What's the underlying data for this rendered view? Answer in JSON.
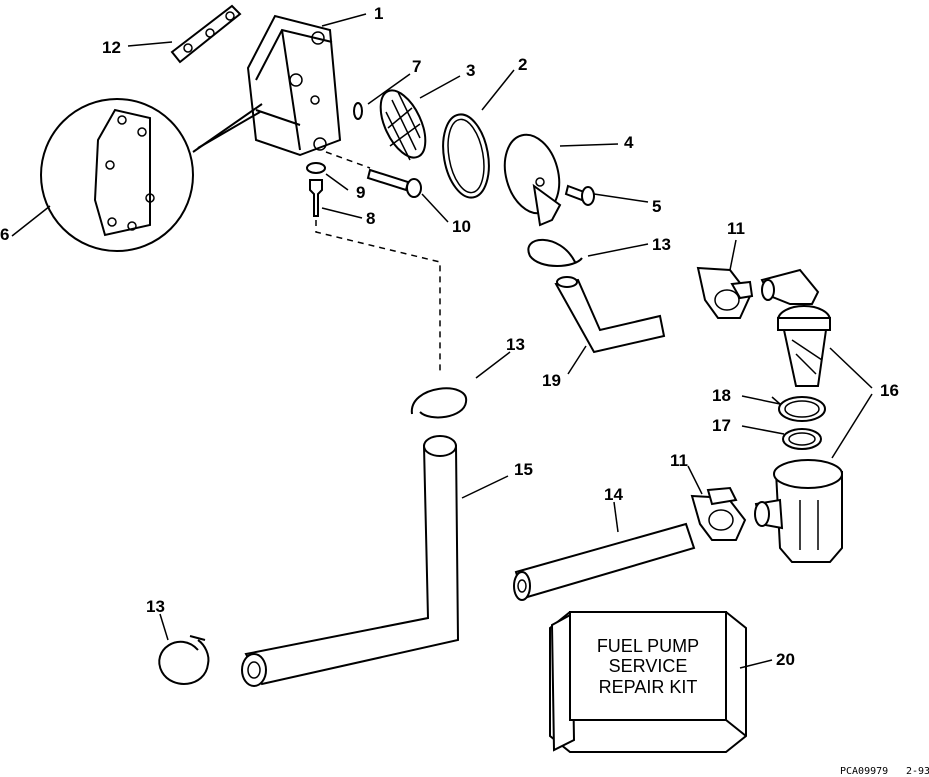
{
  "callouts": {
    "c1": "1",
    "c2": "2",
    "c3": "3",
    "c4": "4",
    "c5": "5",
    "c6": "6",
    "c7": "7",
    "c8": "8",
    "c9": "9",
    "c10": "10",
    "c11a": "11",
    "c11b": "11",
    "c12": "12",
    "c13a": "13",
    "c13b": "13",
    "c13c": "13",
    "c14": "14",
    "c15": "15",
    "c16": "16",
    "c17": "17",
    "c18": "18",
    "c19": "19",
    "c20": "20"
  },
  "kit_box": {
    "line1": "FUEL PUMP",
    "line2": "SERVICE",
    "line3": "REPAIR KIT"
  },
  "footer": {
    "code": "PCA09979",
    "date": "2-93"
  }
}
